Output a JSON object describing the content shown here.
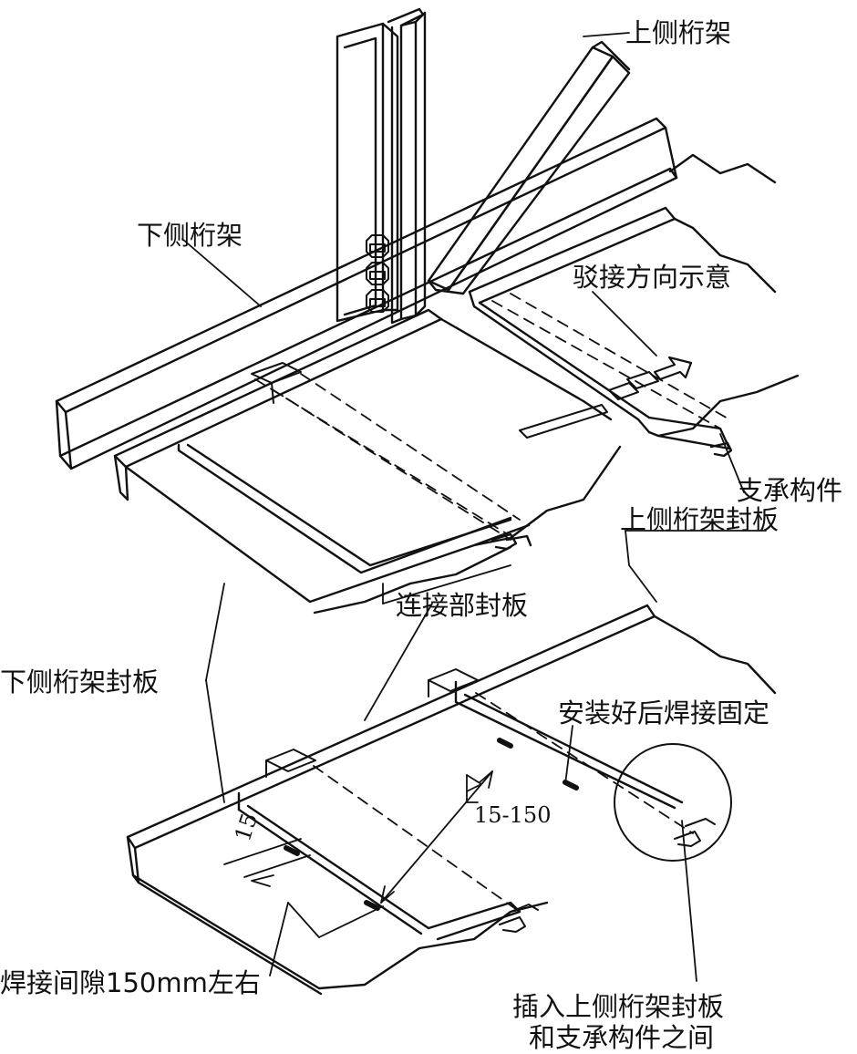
{
  "labels": {
    "upper_truss": "上侧桁架",
    "lower_truss": "下侧桁架",
    "joint_direction": "驳接方向示意",
    "support_member": "支承构件",
    "upper_truss_cover": "上侧桁架封板",
    "joint_cover": "连接部封板",
    "lower_truss_cover": "下侧桁架封板",
    "weld_after_install": "安装好后焊接固定",
    "weld_gap": "焊接间隙150mm左右",
    "insert_note_line1": "插入上侧桁架封板",
    "insert_note_line2": "和支承构件之间"
  },
  "dimensions": {
    "weld_length": "15",
    "weld_pitch": "15-150"
  },
  "colors": {
    "line": "#111111",
    "background": "#ffffff"
  }
}
